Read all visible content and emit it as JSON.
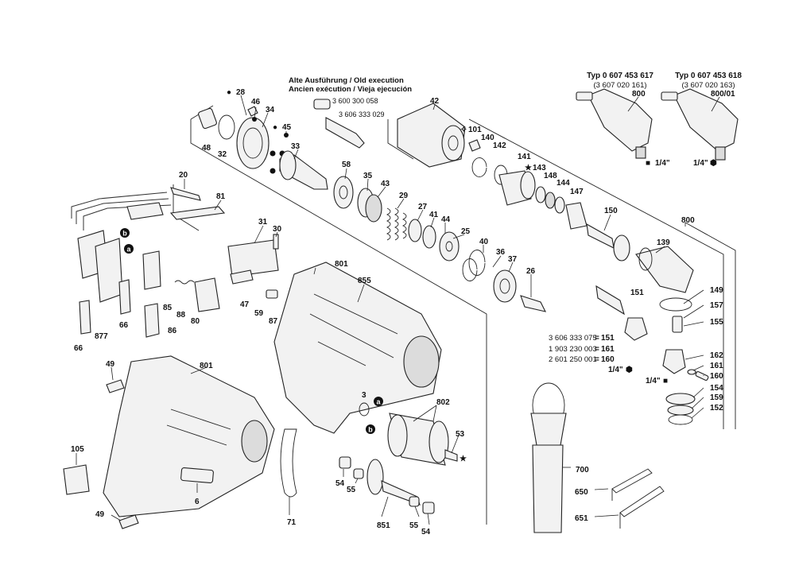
{
  "header": {
    "old_execution_lines": [
      "Alte Ausführung / Old execution",
      "Ancien exécution / Vieja ejecución"
    ],
    "old_part_numbers": [
      "3 600 300 058",
      "3 606 333 029"
    ]
  },
  "variants": [
    {
      "type_line": "Typ 0 607 453 617",
      "sub_line": "(3 607 020 161)",
      "chuck": "1/4\""
    },
    {
      "type_line": "Typ 0 607 453 618",
      "sub_line": "(3 607 020 163)",
      "chuck": "1/4\""
    }
  ],
  "symbols": {
    "black_square": "■",
    "black_hexagon": "⬢",
    "star": "★",
    "open_star": "✧",
    "dot": "●"
  },
  "parts": [
    "28",
    "46",
    "34",
    "45",
    "48",
    "32",
    "33",
    "58",
    "35",
    "43",
    "29",
    "27",
    "41",
    "44",
    "25",
    "40",
    "36",
    "37",
    "26",
    "42",
    "101",
    "140",
    "142",
    "141",
    "143",
    "148",
    "144",
    "147",
    "150",
    "800",
    "800/01",
    "139",
    "151",
    "149",
    "157",
    "155",
    "162",
    "161",
    "160",
    "154",
    "159",
    "152",
    "20",
    "81",
    "31",
    "30",
    "47",
    "59",
    "87",
    "80",
    "88",
    "85",
    "86",
    "66",
    "877",
    "801",
    "855",
    "49",
    "105",
    "6",
    "71",
    "3",
    "802",
    "53",
    "54",
    "55",
    "851",
    "700",
    "650",
    "651"
  ],
  "inline_refs": [
    {
      "number": "3 606 333 075",
      "part": "151"
    },
    {
      "number": "1 903 230 003",
      "part": "161"
    },
    {
      "number": "2 601 250 001",
      "part": "160"
    }
  ],
  "letter_markers": [
    "a",
    "b"
  ]
}
